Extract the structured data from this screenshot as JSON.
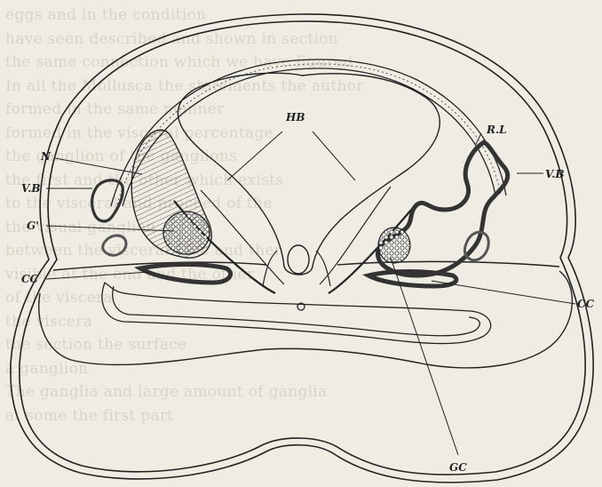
{
  "background_text": [
    "eggs and in the condition",
    "have seen described and shown in section",
    "the same connection which we have figured",
    "In all the Mollusca the statements the author",
    "formed in the same manner",
    "formed in the visceral percentage",
    "the ganglion of the ganglions",
    "the first and the other which exists",
    "to the visceral and proceed of the",
    "the visual ganglion",
    "between the visceral. The and then",
    "visible at the end and the other",
    "of the viscera",
    "the viscera",
    "the section the surface",
    "a ganglion",
    "The ganglia and large amount of ganglia",
    "at some the first part"
  ],
  "labels": {
    "hb": "HB",
    "rl": "R.L",
    "vb_right": "V.B",
    "n": "N",
    "vb_left": "V.B",
    "g_prime": "G'",
    "cc_left": "CC",
    "cc_right": "CC",
    "gc": "GC"
  }
}
